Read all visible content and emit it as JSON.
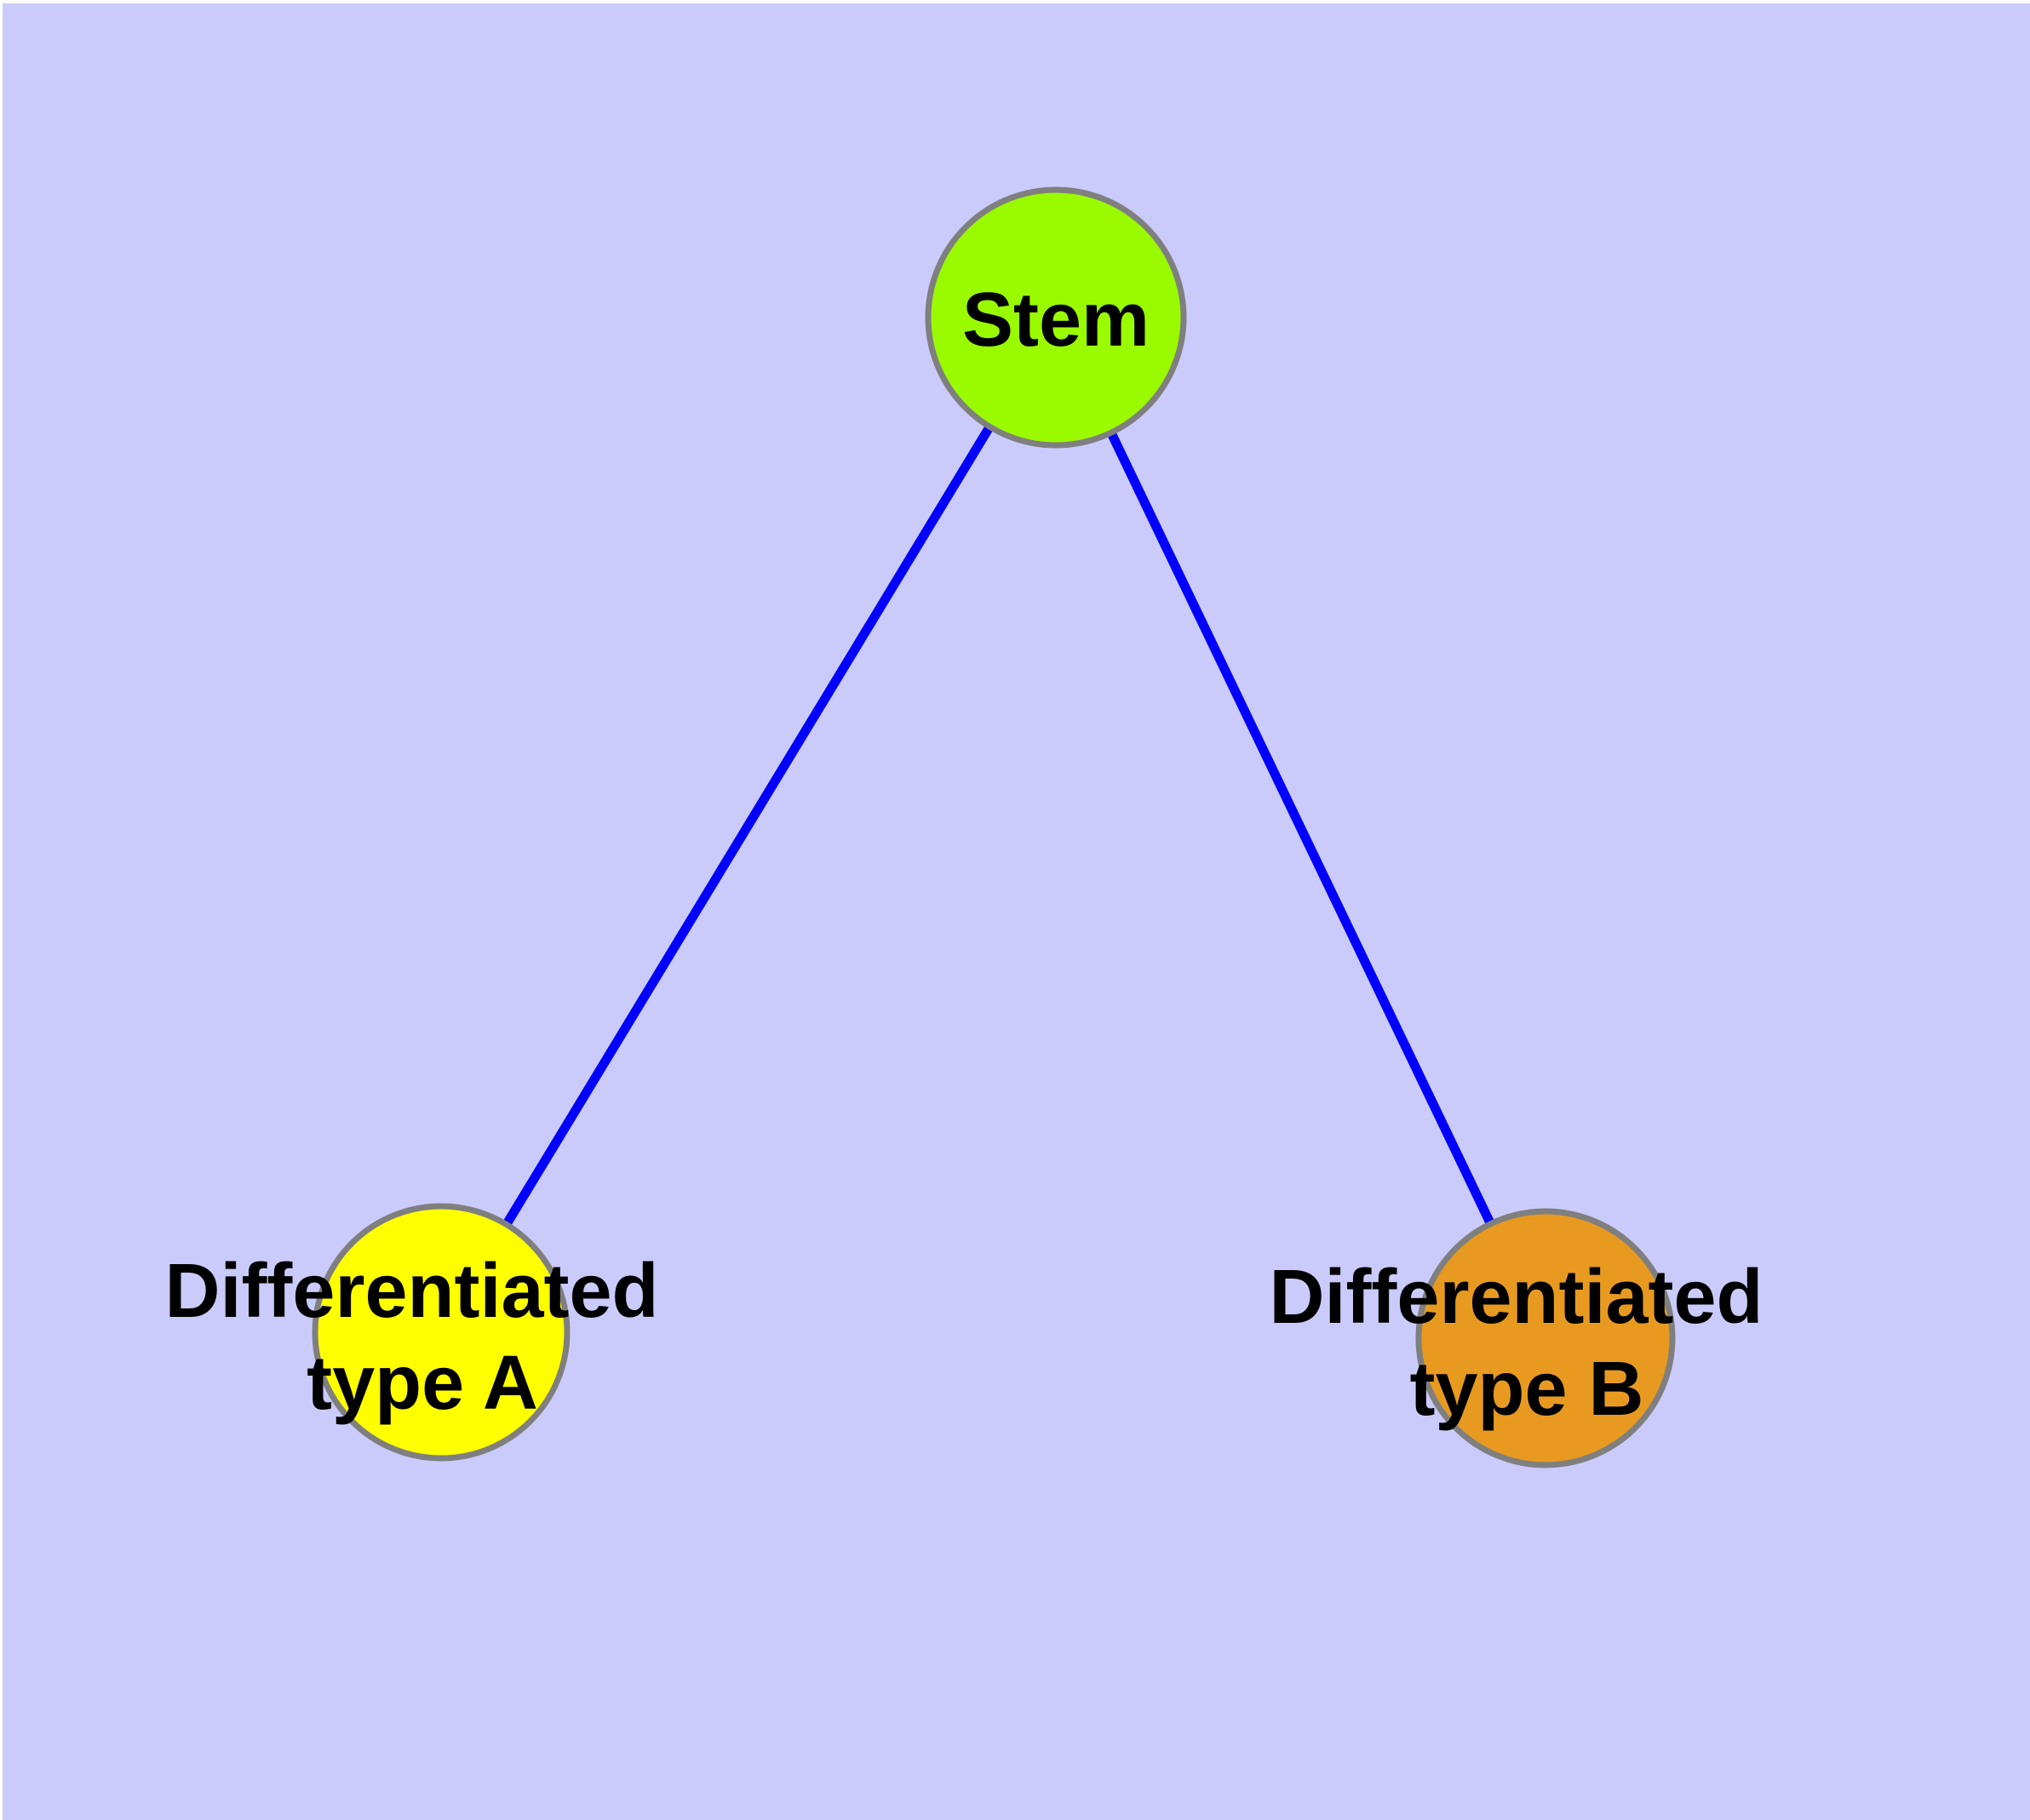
{
  "diagram": {
    "kind": "node-link-graph",
    "background_color": "#CBCBFB",
    "edge_color": "#0000FB",
    "node_border_color": "#7F7F7F",
    "label_color": "#000000",
    "nodes": [
      {
        "id": "stem",
        "label": "Stem",
        "lines": [
          "Stem"
        ],
        "fill_color": "#9AFA00"
      },
      {
        "id": "differentiated-type-a",
        "label": "Differentiated type A",
        "lines": [
          "Differentiated",
          "type A"
        ],
        "fill_color": "#FFFF00"
      },
      {
        "id": "differentiated-type-b",
        "label": "Differentiated type B",
        "lines": [
          "Differentiated",
          "type B"
        ],
        "fill_color": "#E89A20"
      }
    ],
    "edges": [
      {
        "from": "stem",
        "to": "differentiated-type-a"
      },
      {
        "from": "stem",
        "to": "differentiated-type-b"
      }
    ]
  }
}
